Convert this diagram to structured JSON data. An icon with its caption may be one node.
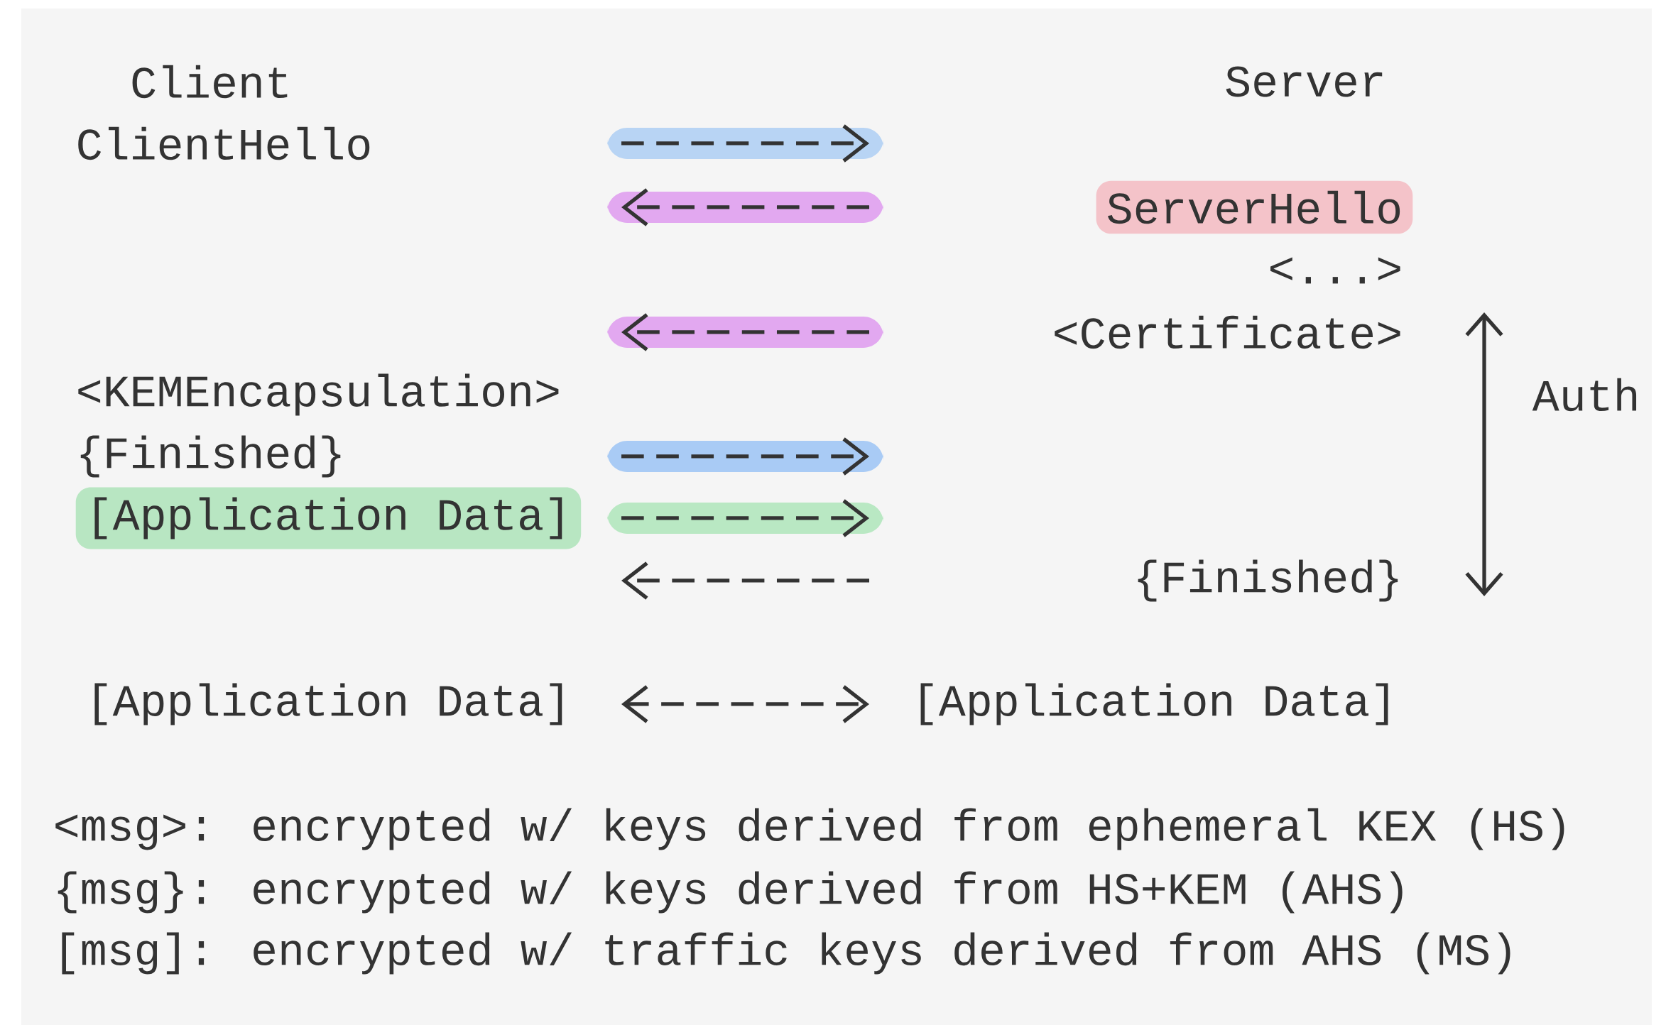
{
  "diagram": {
    "nodes": [
      {
        "text": [
          "ClientHello"
        ]
      },
      {
        "text": [
          "ServerHello"
        ]
      },
      {
        "text": [
          "<...>"
        ]
      },
      {
        "text": [
          "<Certificate>"
        ]
      },
      {
        "text": [
          "<KEMEncapsulation>"
        ]
      },
      {
        "text": [
          "{Finished}"
        ]
      },
      {
        "text": [
          "[Application Data]"
        ]
      },
      {
        "text": [
          "{Finished}"
        ]
      },
      {
        "text": [
          "[Application Data]"
        ]
      },
      {
        "text": [
          "[Application Data]"
        ]
      }
    ],
    "edges": [
      {
        "from": 8,
        "to": 9,
        "arrow": "both"
      }
    ],
    "labels": [
      "Client",
      "Server",
      "Auth",
      "<msg>: encrypted w/ keys derived from ephemeral KEX (HS)",
      "{msg}: encrypted w/ keys derived from HS+KEM (AHS)",
      "[msg]: encrypted w/ traffic keys derived from AHS (MS)"
    ]
  }
}
